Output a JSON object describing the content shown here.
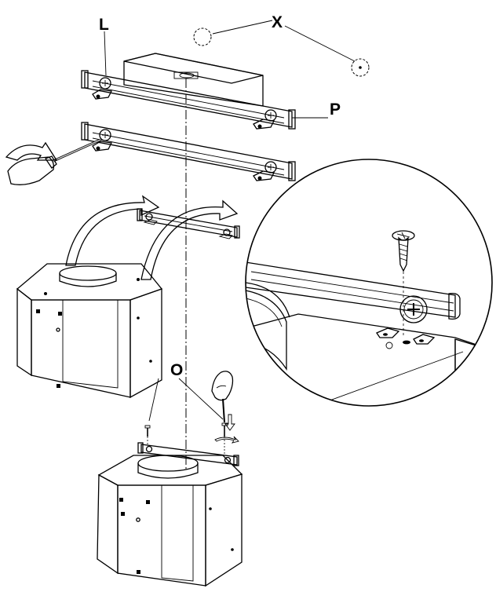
{
  "labels": {
    "L": "L",
    "X": "X",
    "P": "P",
    "O": "O"
  },
  "colors": {
    "ink": "#000000",
    "panel_light": "#f2f2f2",
    "panel_mid": "#e3e3e3",
    "panel_dark": "#cfcfcf",
    "level_body": "#9a9a9a",
    "bracket": "#d9d9d9",
    "screwdriver_handle": "#6f6f6f",
    "arrow_fill": "#ededed"
  },
  "icons": {
    "level": "spirit-level-icon",
    "screwdriver": "screwdriver-icon",
    "screw": "screw-icon",
    "hand": "hand-icon"
  }
}
